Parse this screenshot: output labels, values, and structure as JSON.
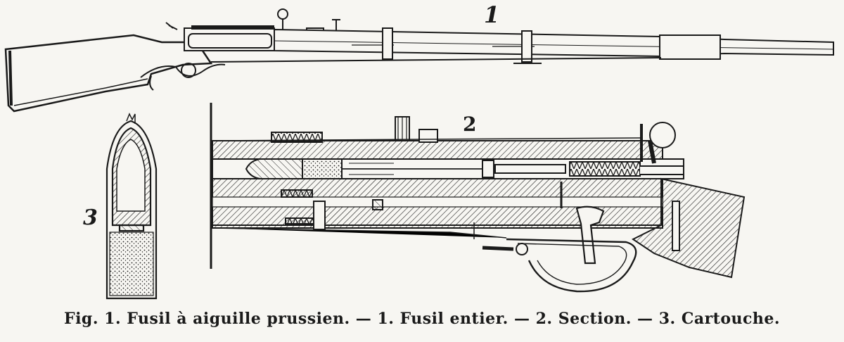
{
  "labels": {
    "fig1": "1",
    "fig2": "2",
    "fig3": "3"
  },
  "caption": "Fig. 1. Fusil à aiguille prussien. — 1. Fusil entier. — 2. Section. — 3. Cartouche.",
  "colors": {
    "ink": "#1a1a1a",
    "paper": "#f7f6f2"
  }
}
